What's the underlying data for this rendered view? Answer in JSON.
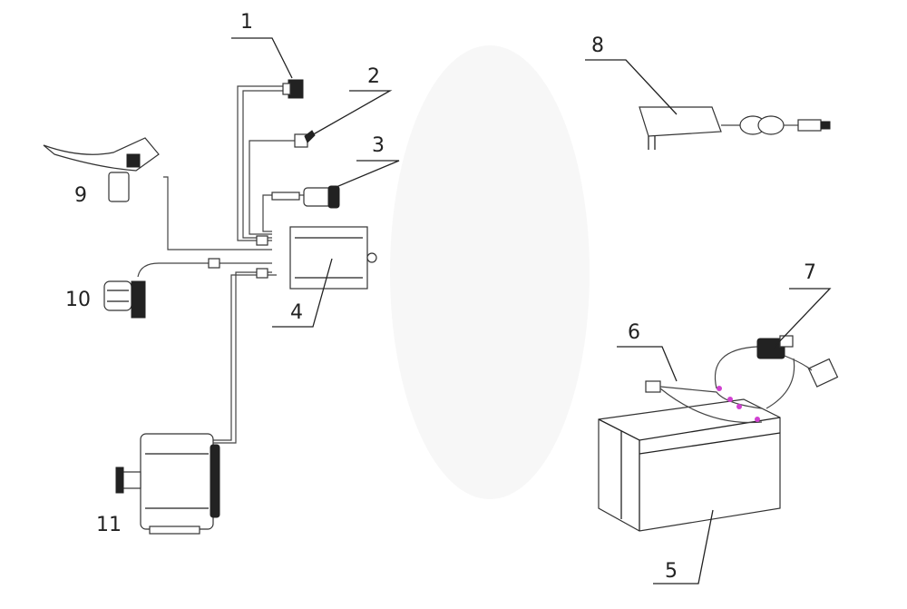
{
  "diagram": {
    "callouts": [
      {
        "number": "1"
      },
      {
        "number": "2"
      },
      {
        "number": "3"
      },
      {
        "number": "4"
      },
      {
        "number": "5"
      },
      {
        "number": "6"
      },
      {
        "number": "7"
      },
      {
        "number": "8"
      },
      {
        "number": "9"
      },
      {
        "number": "10"
      },
      {
        "number": "11"
      }
    ],
    "colors": {
      "line": "#222222",
      "terminal": "#d040d0"
    }
  }
}
